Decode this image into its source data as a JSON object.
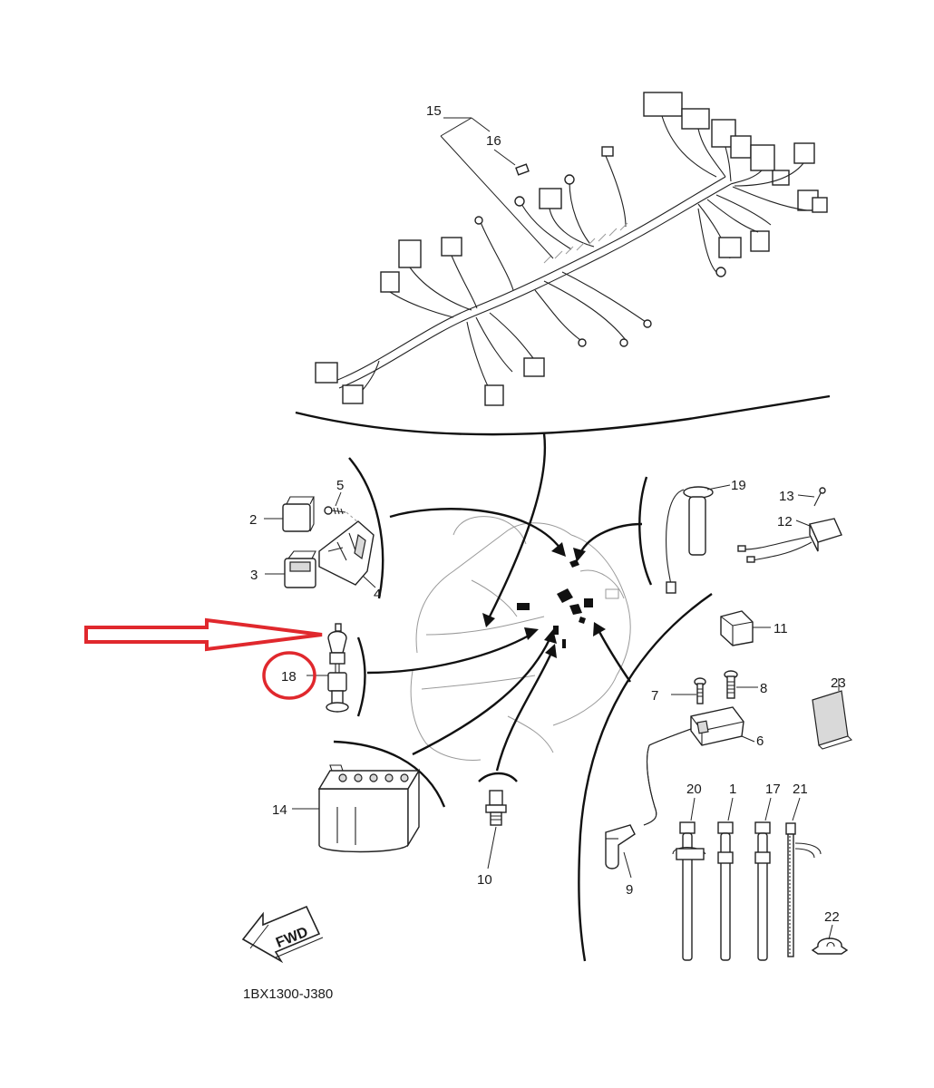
{
  "diagram": {
    "code": "1BX1300-J380",
    "fwd_label": "FWD",
    "highlight_color": "#e0282d",
    "labels": {
      "p1": "1",
      "p2": "2",
      "p3": "3",
      "p4": "4",
      "p5": "5",
      "p6": "6",
      "p7": "7",
      "p8": "8",
      "p9": "9",
      "p10": "10",
      "p11": "11",
      "p12": "12",
      "p13": "13",
      "p14": "14",
      "p15": "15",
      "p16": "16",
      "p17": "17",
      "p18": "18",
      "p19": "19",
      "p20": "20",
      "p21": "21",
      "p22": "22",
      "p23": "23"
    }
  }
}
